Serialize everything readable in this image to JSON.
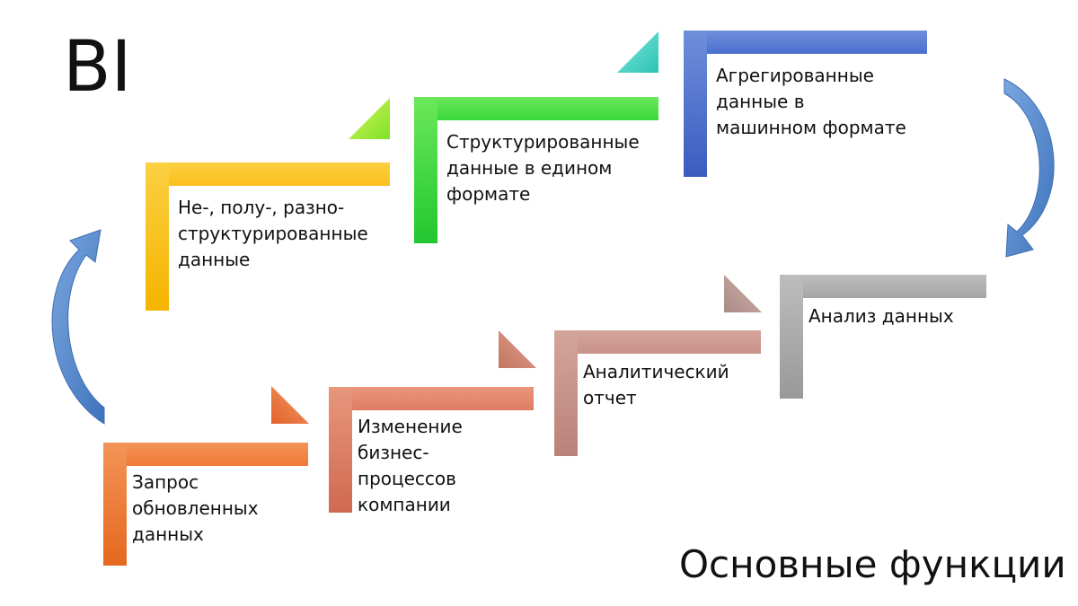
{
  "title": "BI",
  "footer": "Основные функции",
  "steps": [
    {
      "label": "Не-, полу-, разно-\nструктурированные\nданные",
      "color": "#fbbf1c",
      "gradient_end": "#fbd042"
    },
    {
      "label": "Структурированные\nданные в едином\nформате",
      "color": "#3bd83b",
      "gradient_end": "#6be85a"
    },
    {
      "label": "Агрегированные\nданные в\nмашинном формате",
      "color": "#4a6fcf",
      "gradient_end": "#6f8fdb"
    },
    {
      "label": "Анализ данных",
      "color": "#a5a5a5",
      "gradient_end": "#bdbdbd"
    },
    {
      "label": "Аналитический\nотчет",
      "color": "#c9928a",
      "gradient_end": "#d4a59c"
    },
    {
      "label": "Изменение\nбизнес-\nпроцессов\nкомпании",
      "color": "#de7d63",
      "gradient_end": "#e8967d"
    },
    {
      "label": "Запрос\nобновленных\nданных",
      "color": "#f07a36",
      "gradient_end": "#f39457"
    }
  ],
  "arrow_color": "#5b8fd0"
}
